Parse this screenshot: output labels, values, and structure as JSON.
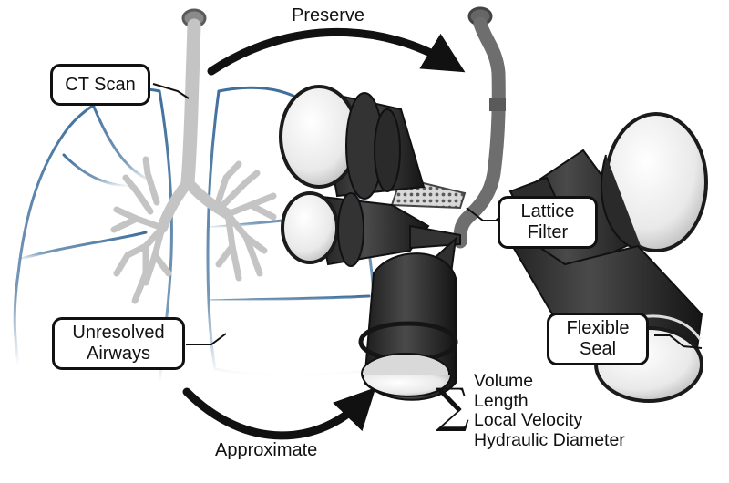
{
  "labels": {
    "preserve": "Preserve",
    "approximate": "Approximate",
    "ct_scan": "CT Scan",
    "unresolved_line1": "Unresolved",
    "unresolved_line2": "Airways",
    "lattice_line1": "Lattice",
    "lattice_line2": "Filter",
    "flexible_line1": "Flexible",
    "flexible_line2": "Seal"
  },
  "sum_symbol": "∑",
  "metrics": [
    "Volume",
    "Length",
    "Local Velocity",
    "Hydraulic Diameter"
  ],
  "colors": {
    "lung_outline": "#3f6f9c",
    "airway_gray": "#c4c4c4",
    "device_dark": "#2b2b2b",
    "cap_light": "#eeeeee",
    "arrow": "#111111"
  }
}
